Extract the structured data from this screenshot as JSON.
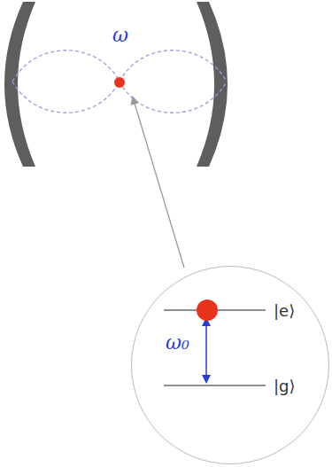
{
  "diagram": {
    "nodes": [
      {
        "text": [
          "|e⟩",
          "ω₀",
          "|g⟩"
        ]
      }
    ],
    "labels": [
      "ω"
    ]
  }
}
